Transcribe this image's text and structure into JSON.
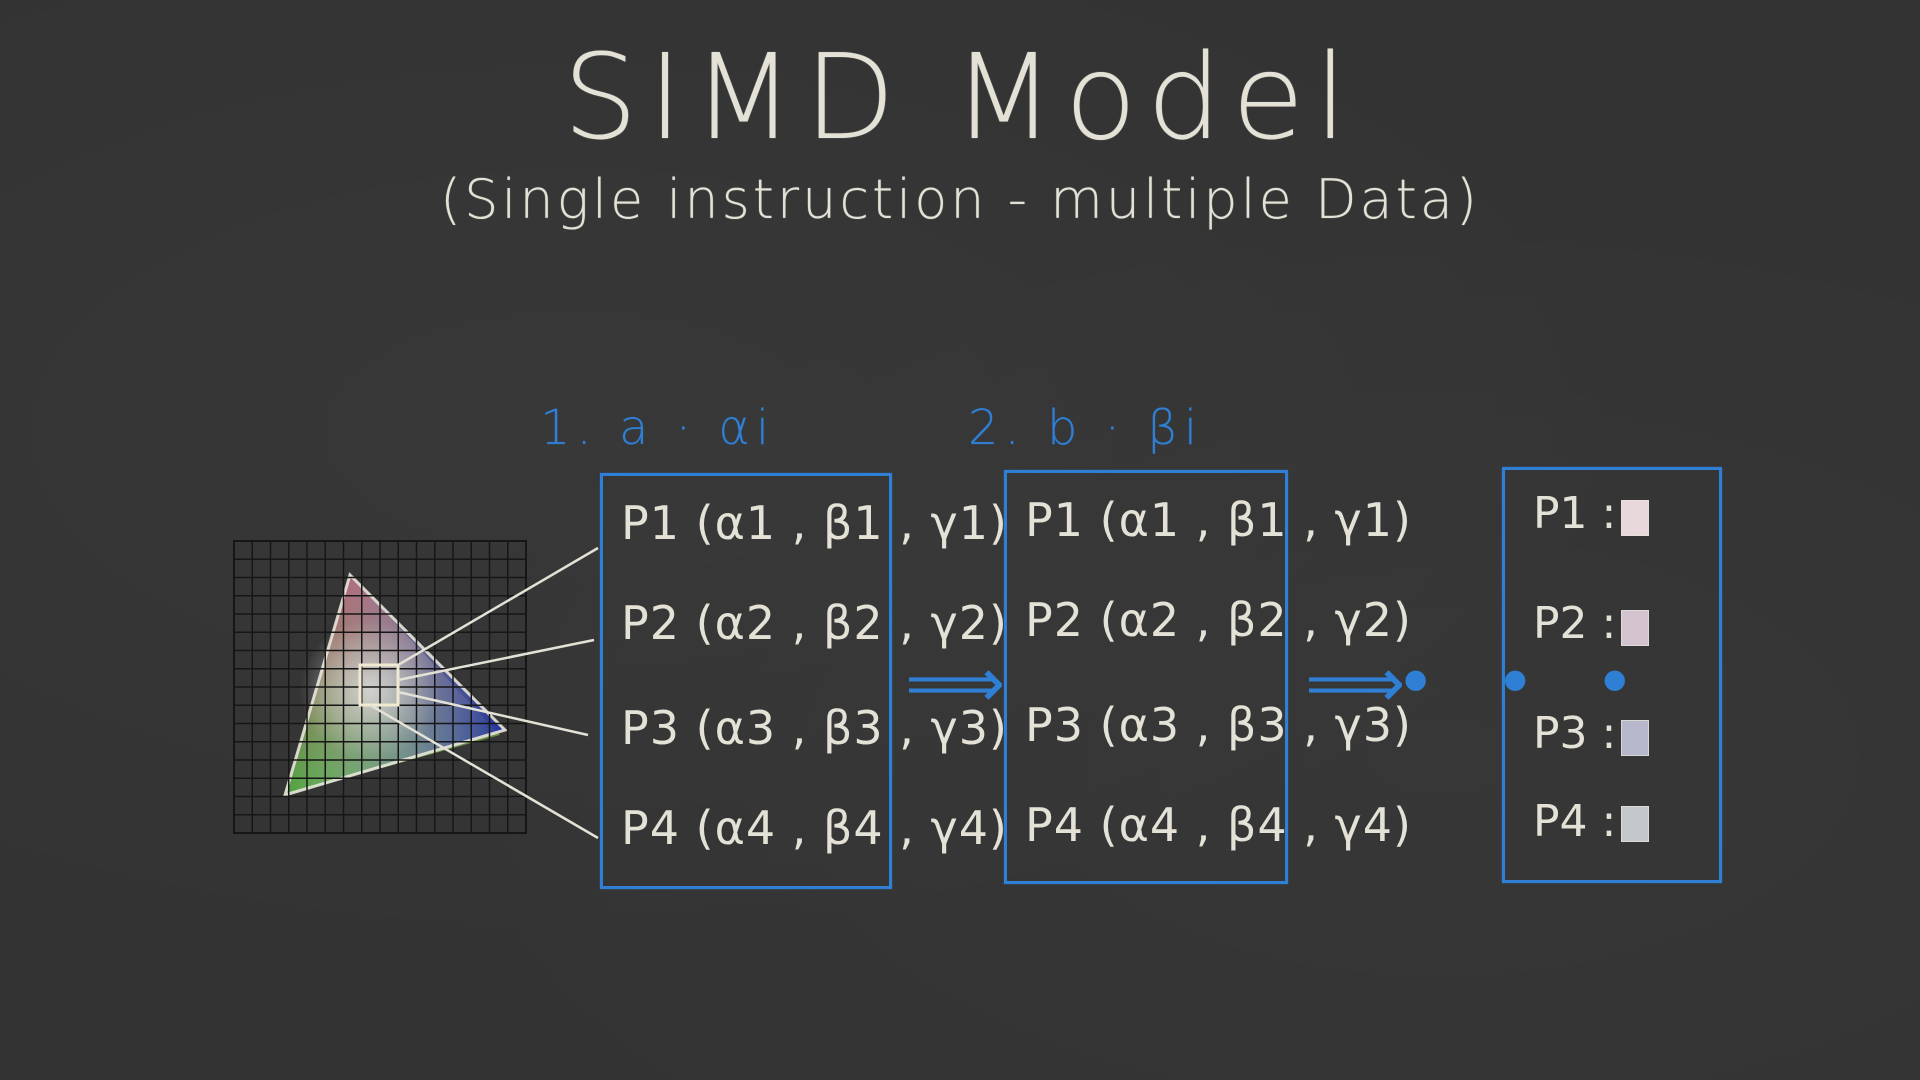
{
  "title": "SIMD Model",
  "subtitle": "(Single instruction - multiple Data)",
  "steps": [
    {
      "label": "1.  a · αi"
    },
    {
      "label": "2.  b · βi"
    }
  ],
  "box1": {
    "rows": [
      "P1 (α1 , β1 , γ1)",
      "P2 (α2 , β2 , γ2)",
      "P3 (α3 , β3 , γ3)",
      "P4 (α4 , β4 , γ4)"
    ]
  },
  "box2": {
    "rows": [
      "P1 (α1 , β1 , γ1)",
      "P2 (α2 , β2 , γ2)",
      "P3 (α3 , β3 , γ3)",
      "P4 (α4 , β4 , γ4)"
    ]
  },
  "arrow": "⟹",
  "ellipsis": "• • •",
  "output": {
    "rows": [
      "P1 :",
      "P2 :",
      "P3 :",
      "P4 :"
    ],
    "swatch_colors": [
      "#e8d8dc",
      "#d4c4d0",
      "#b8b8cc",
      "#c4c8cc"
    ]
  },
  "colors": {
    "background": "#333333",
    "chalk": "#e4e2d6",
    "accent_blue": "#2f7fd4",
    "grid": "#1a1a1a",
    "triangle_red": "#c05060",
    "triangle_green": "#50b040",
    "triangle_blue": "#2030a0"
  }
}
